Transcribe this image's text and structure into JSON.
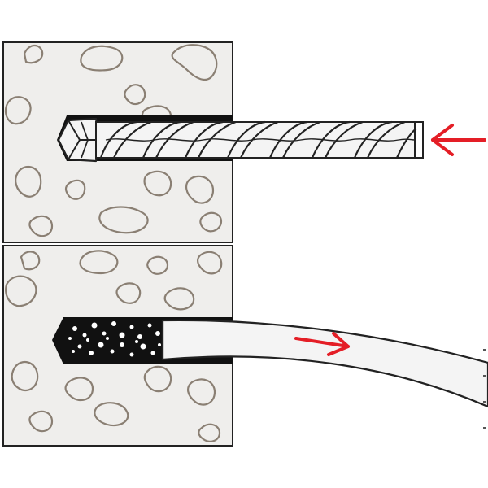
{
  "diagram": {
    "type": "installation-instruction",
    "steps": [
      {
        "icon": "drill-bit-icon",
        "action": "drilling"
      },
      {
        "icon": "cleaning-tube-icon",
        "action": "blow-out-dust"
      }
    ],
    "colors": {
      "background": "#ffffff",
      "concrete": "#efeeec",
      "outline": "#222222",
      "aggregate": "#8a7f73",
      "hole": "#111111",
      "arrow": "#e41e26",
      "tube": "#f4f4f4"
    },
    "arrows": [
      {
        "icon": "arrow-left-icon",
        "direction": "left"
      },
      {
        "icon": "arrow-right-icon",
        "direction": "right"
      }
    ]
  }
}
